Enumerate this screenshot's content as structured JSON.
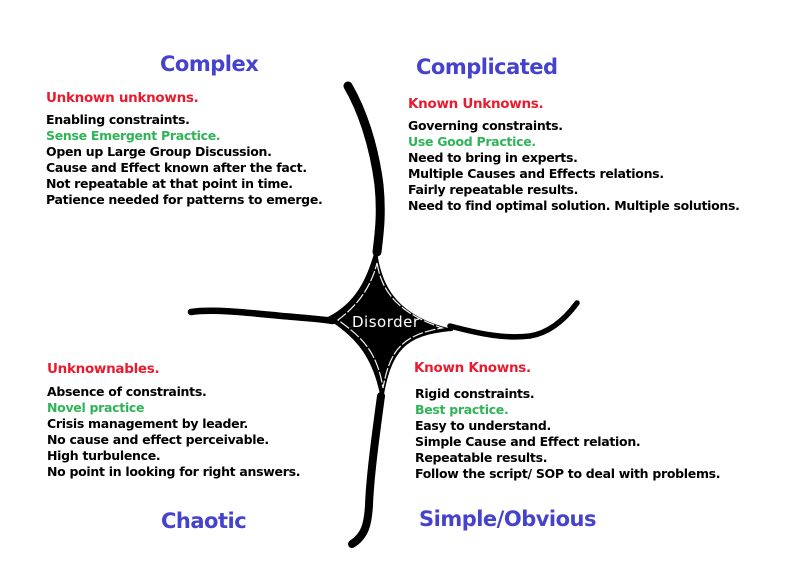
{
  "colors": {
    "blue": "#4543ce",
    "red": "#ea1b2e",
    "green": "#2fb457",
    "black": "#000000",
    "white": "#ffffff"
  },
  "center": {
    "label": "Disorder"
  },
  "quadrants": [
    {
      "id": "complex",
      "title": "Complex",
      "header": "Unknown unknowns.",
      "lines": [
        {
          "text": "Enabling constraints.",
          "variant": "normal"
        },
        {
          "text": "Sense Emergent Practice.",
          "variant": "practice"
        },
        {
          "text": "Open up Large Group Discussion.",
          "variant": "normal"
        },
        {
          "text": "Cause and Effect known after the fact.",
          "variant": "normal"
        },
        {
          "text": "Not repeatable at that point in time.",
          "variant": "normal"
        },
        {
          "text": "Patience needed for patterns to emerge.",
          "variant": "normal"
        }
      ]
    },
    {
      "id": "complicated",
      "title": "Complicated",
      "header": "Known Unknowns.",
      "lines": [
        {
          "text": "Governing constraints.",
          "variant": "normal"
        },
        {
          "text": "Use Good Practice.",
          "variant": "practice"
        },
        {
          "text": "Need to bring in experts.",
          "variant": "normal"
        },
        {
          "text": "Multiple Causes and Effects relations.",
          "variant": "normal"
        },
        {
          "text": "Fairly repeatable results.",
          "variant": "normal"
        },
        {
          "text": "Need to find optimal solution. Multiple solutions.",
          "variant": "normal"
        }
      ]
    },
    {
      "id": "chaotic",
      "title": "Chaotic",
      "header": "Unknownables.",
      "lines": [
        {
          "text": "Absence of constraints.",
          "variant": "normal"
        },
        {
          "text": "Novel practice",
          "variant": "practice"
        },
        {
          "text": "Crisis management by leader.",
          "variant": "normal"
        },
        {
          "text": "No cause and effect perceivable.",
          "variant": "normal"
        },
        {
          "text": "High turbulence.",
          "variant": "normal"
        },
        {
          "text": "No point in looking for right answers.",
          "variant": "normal"
        }
      ]
    },
    {
      "id": "simple",
      "title": "Simple/Obvious",
      "header": "Known Knowns.",
      "lines": [
        {
          "text": "Rigid constraints.",
          "variant": "normal"
        },
        {
          "text": "Best practice.",
          "variant": "practice"
        },
        {
          "text": "Easy to understand.",
          "variant": "normal"
        },
        {
          "text": "Simple Cause and Effect relation.",
          "variant": "normal"
        },
        {
          "text": "Repeatable results.",
          "variant": "normal"
        },
        {
          "text": "Follow the script/ SOP to deal with problems.",
          "variant": "normal"
        }
      ]
    }
  ]
}
